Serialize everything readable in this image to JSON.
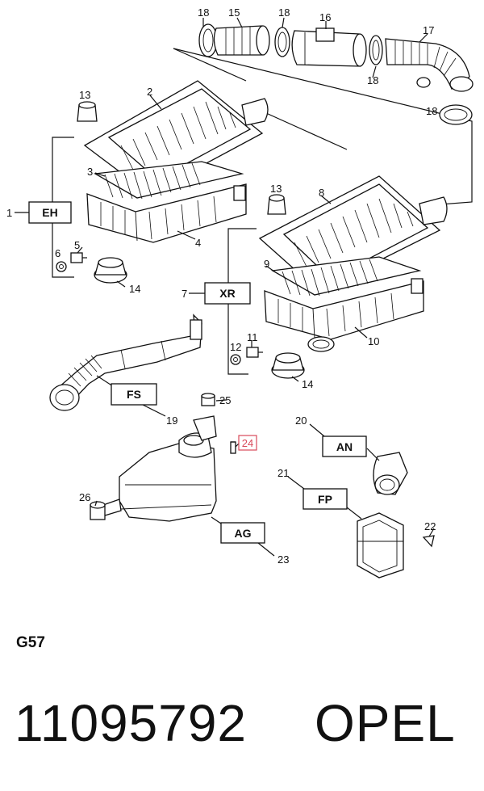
{
  "diagram": {
    "reference_code": "G57",
    "part_number": "11095792",
    "brand": "OPEL"
  },
  "callouts": {
    "c1": "1",
    "c2": "2",
    "c3": "3",
    "c4": "4",
    "c5": "5",
    "c6": "6",
    "c7": "7",
    "c8": "8",
    "c9": "9",
    "c10": "10",
    "c11": "11",
    "c12": "12",
    "c13a": "13",
    "c13b": "13",
    "c14a": "14",
    "c14b": "14",
    "c15": "15",
    "c16": "16",
    "c17": "17",
    "c18a": "18",
    "c18b": "18",
    "c18c": "18",
    "c18d": "18",
    "c19": "19",
    "c20": "20",
    "c21": "21",
    "c22": "22",
    "c23": "23",
    "c24": "24",
    "c25": "25",
    "c26": "26"
  },
  "variant_codes": {
    "eh": "EH",
    "xr": "XR",
    "fs": "FS",
    "an": "AN",
    "fp": "FP",
    "ag": "AG"
  },
  "colors": {
    "highlight": "#d84a5a",
    "line": "#111111"
  }
}
